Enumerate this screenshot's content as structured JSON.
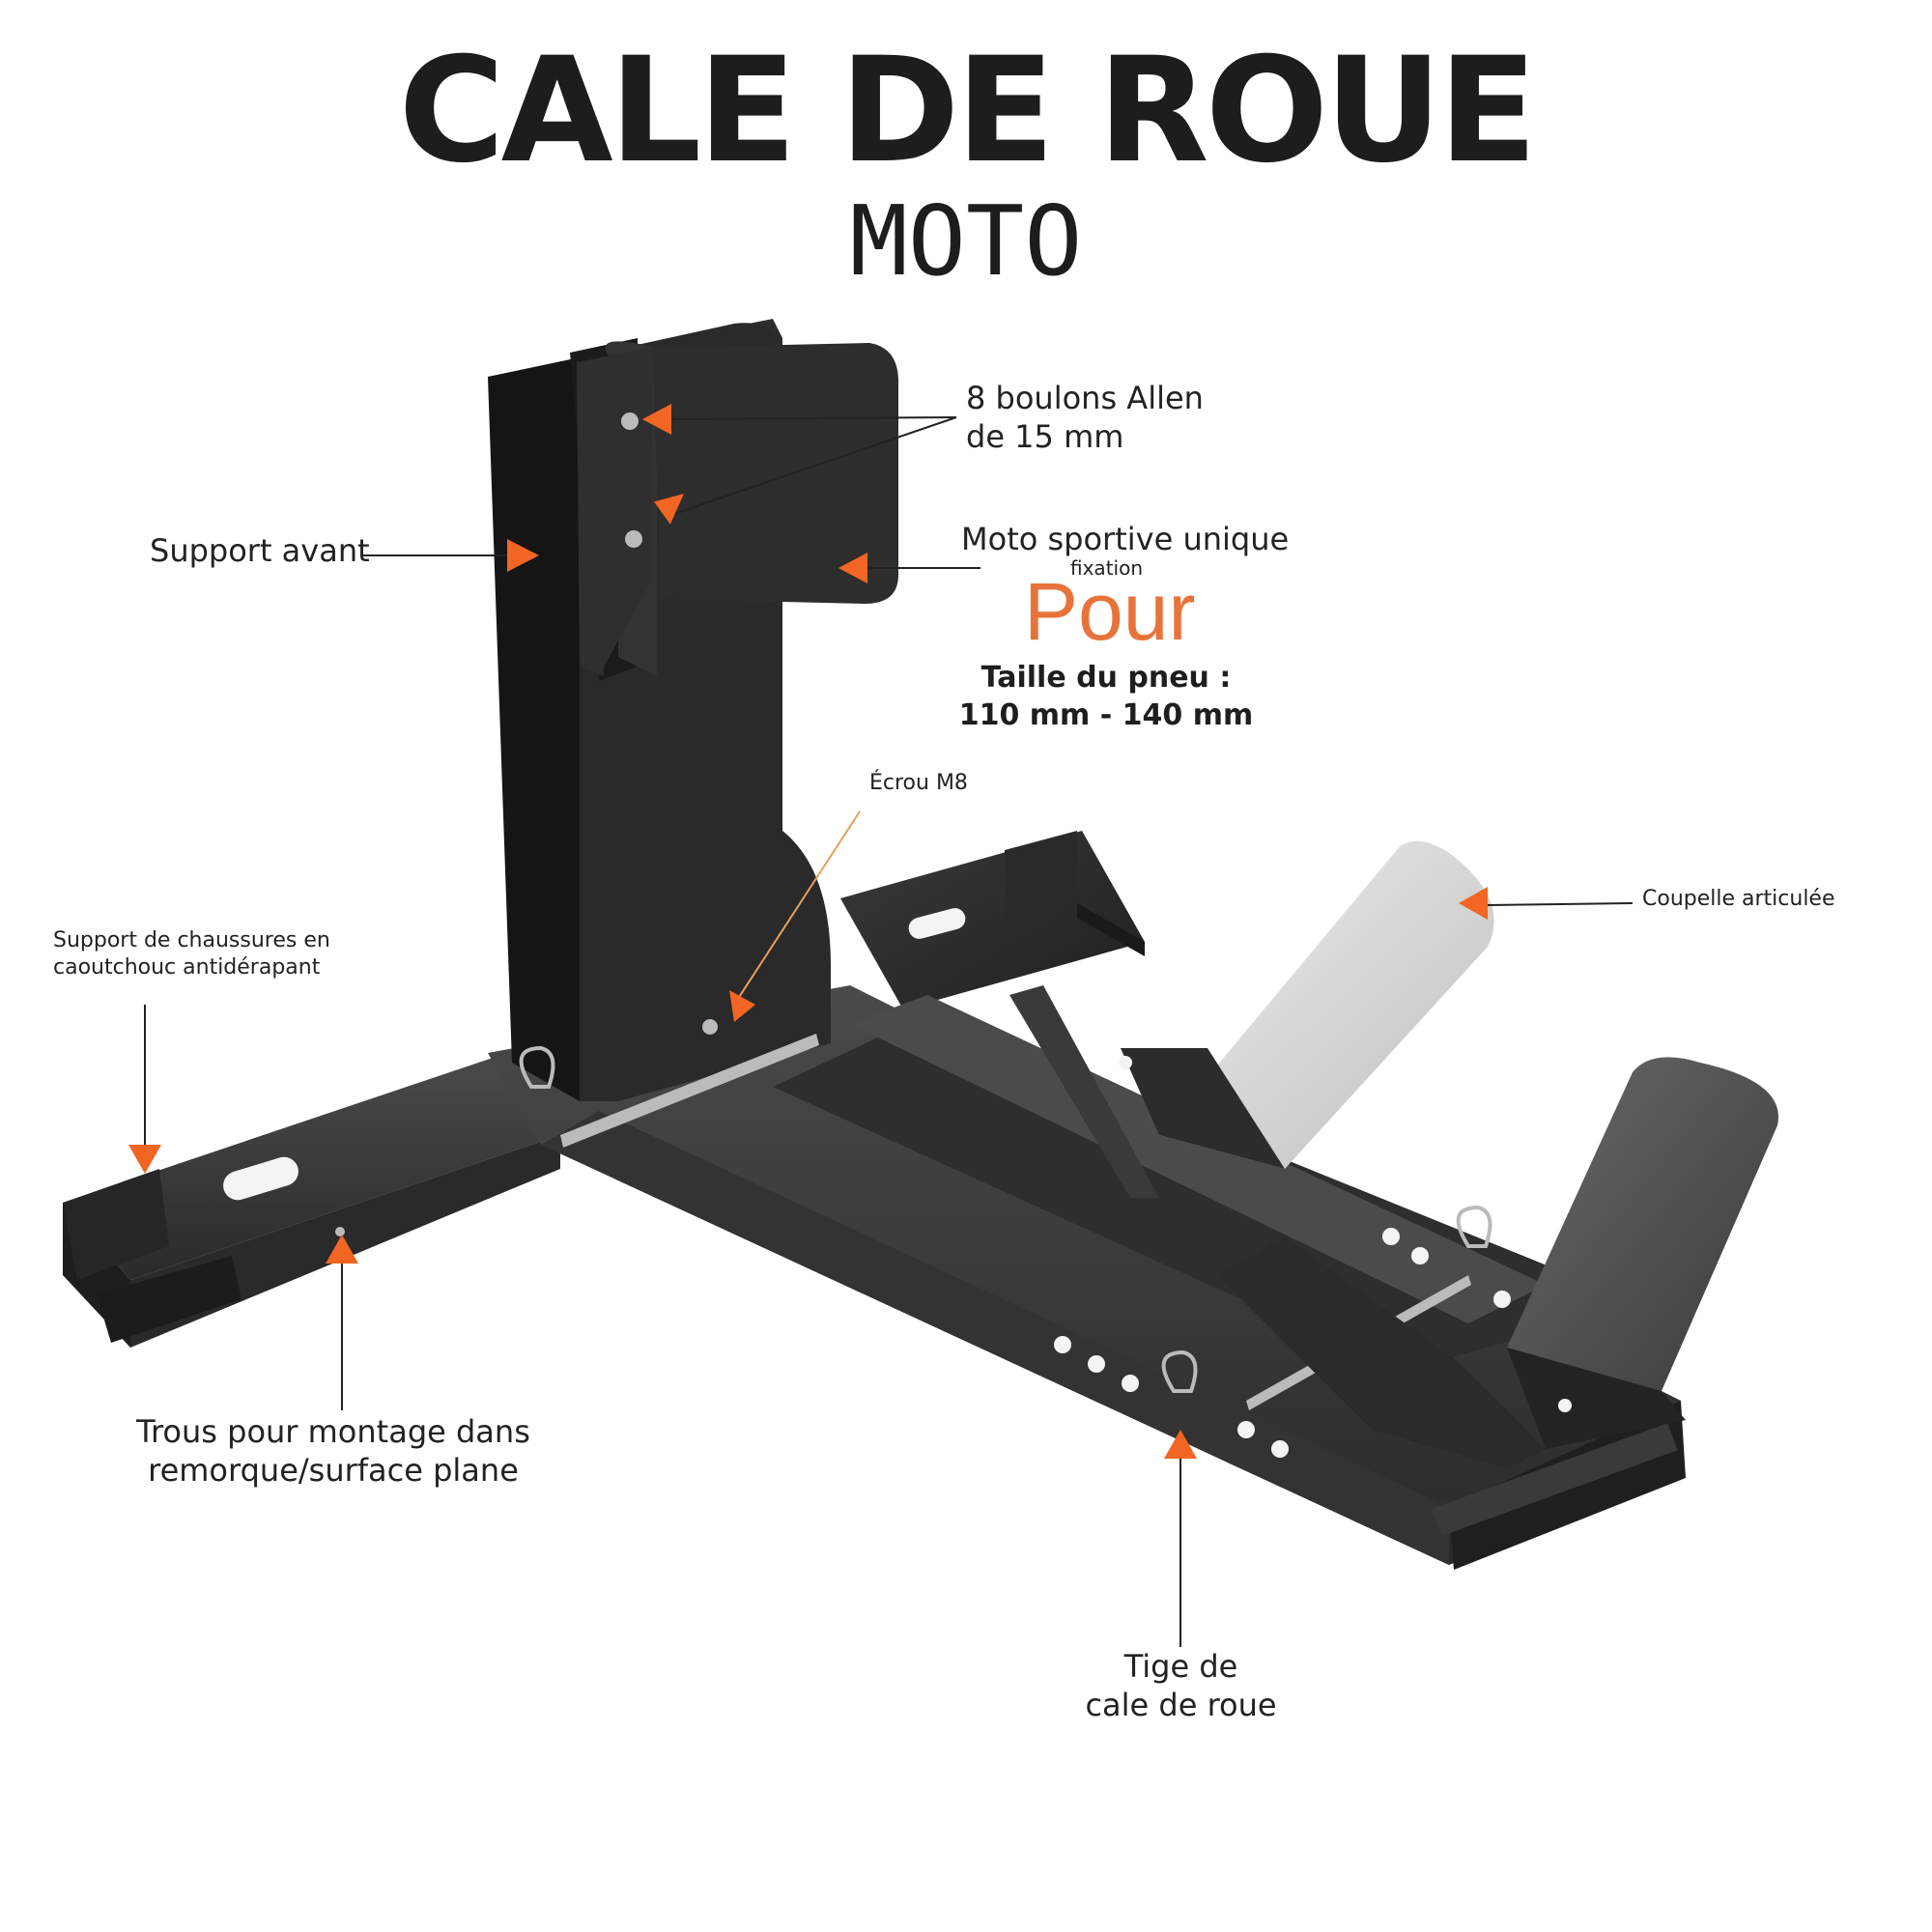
{
  "title": "CALE DE ROUE",
  "subtitle": "MOTO",
  "labels": {
    "bolts_line1": "8 boulons Allen",
    "bolts_line2": "de 15 mm",
    "support_avant": "Support avant",
    "moto_sportive": "Moto sportive unique",
    "fixation": "fixation",
    "pour": "Pour",
    "tire_line1": "Taille du pneu :",
    "tire_line2": "110 mm - 140 mm",
    "ecrou": "Écrou M8",
    "coupelle": "Coupelle articulée",
    "chaussures_line1": "Support de chaussures en",
    "chaussures_line2": "caoutchouc antidérapant",
    "trous_line1": "Trous pour montage dans",
    "trous_line2": "remorque/surface plane",
    "tige_line1": "Tige de",
    "tige_line2": "cale de roue"
  },
  "colors": {
    "accent": "#f26522",
    "metal_dark": "#2b2b2b",
    "metal_mid": "#3c3c3c",
    "plate_silver": "#d9d9d9"
  }
}
